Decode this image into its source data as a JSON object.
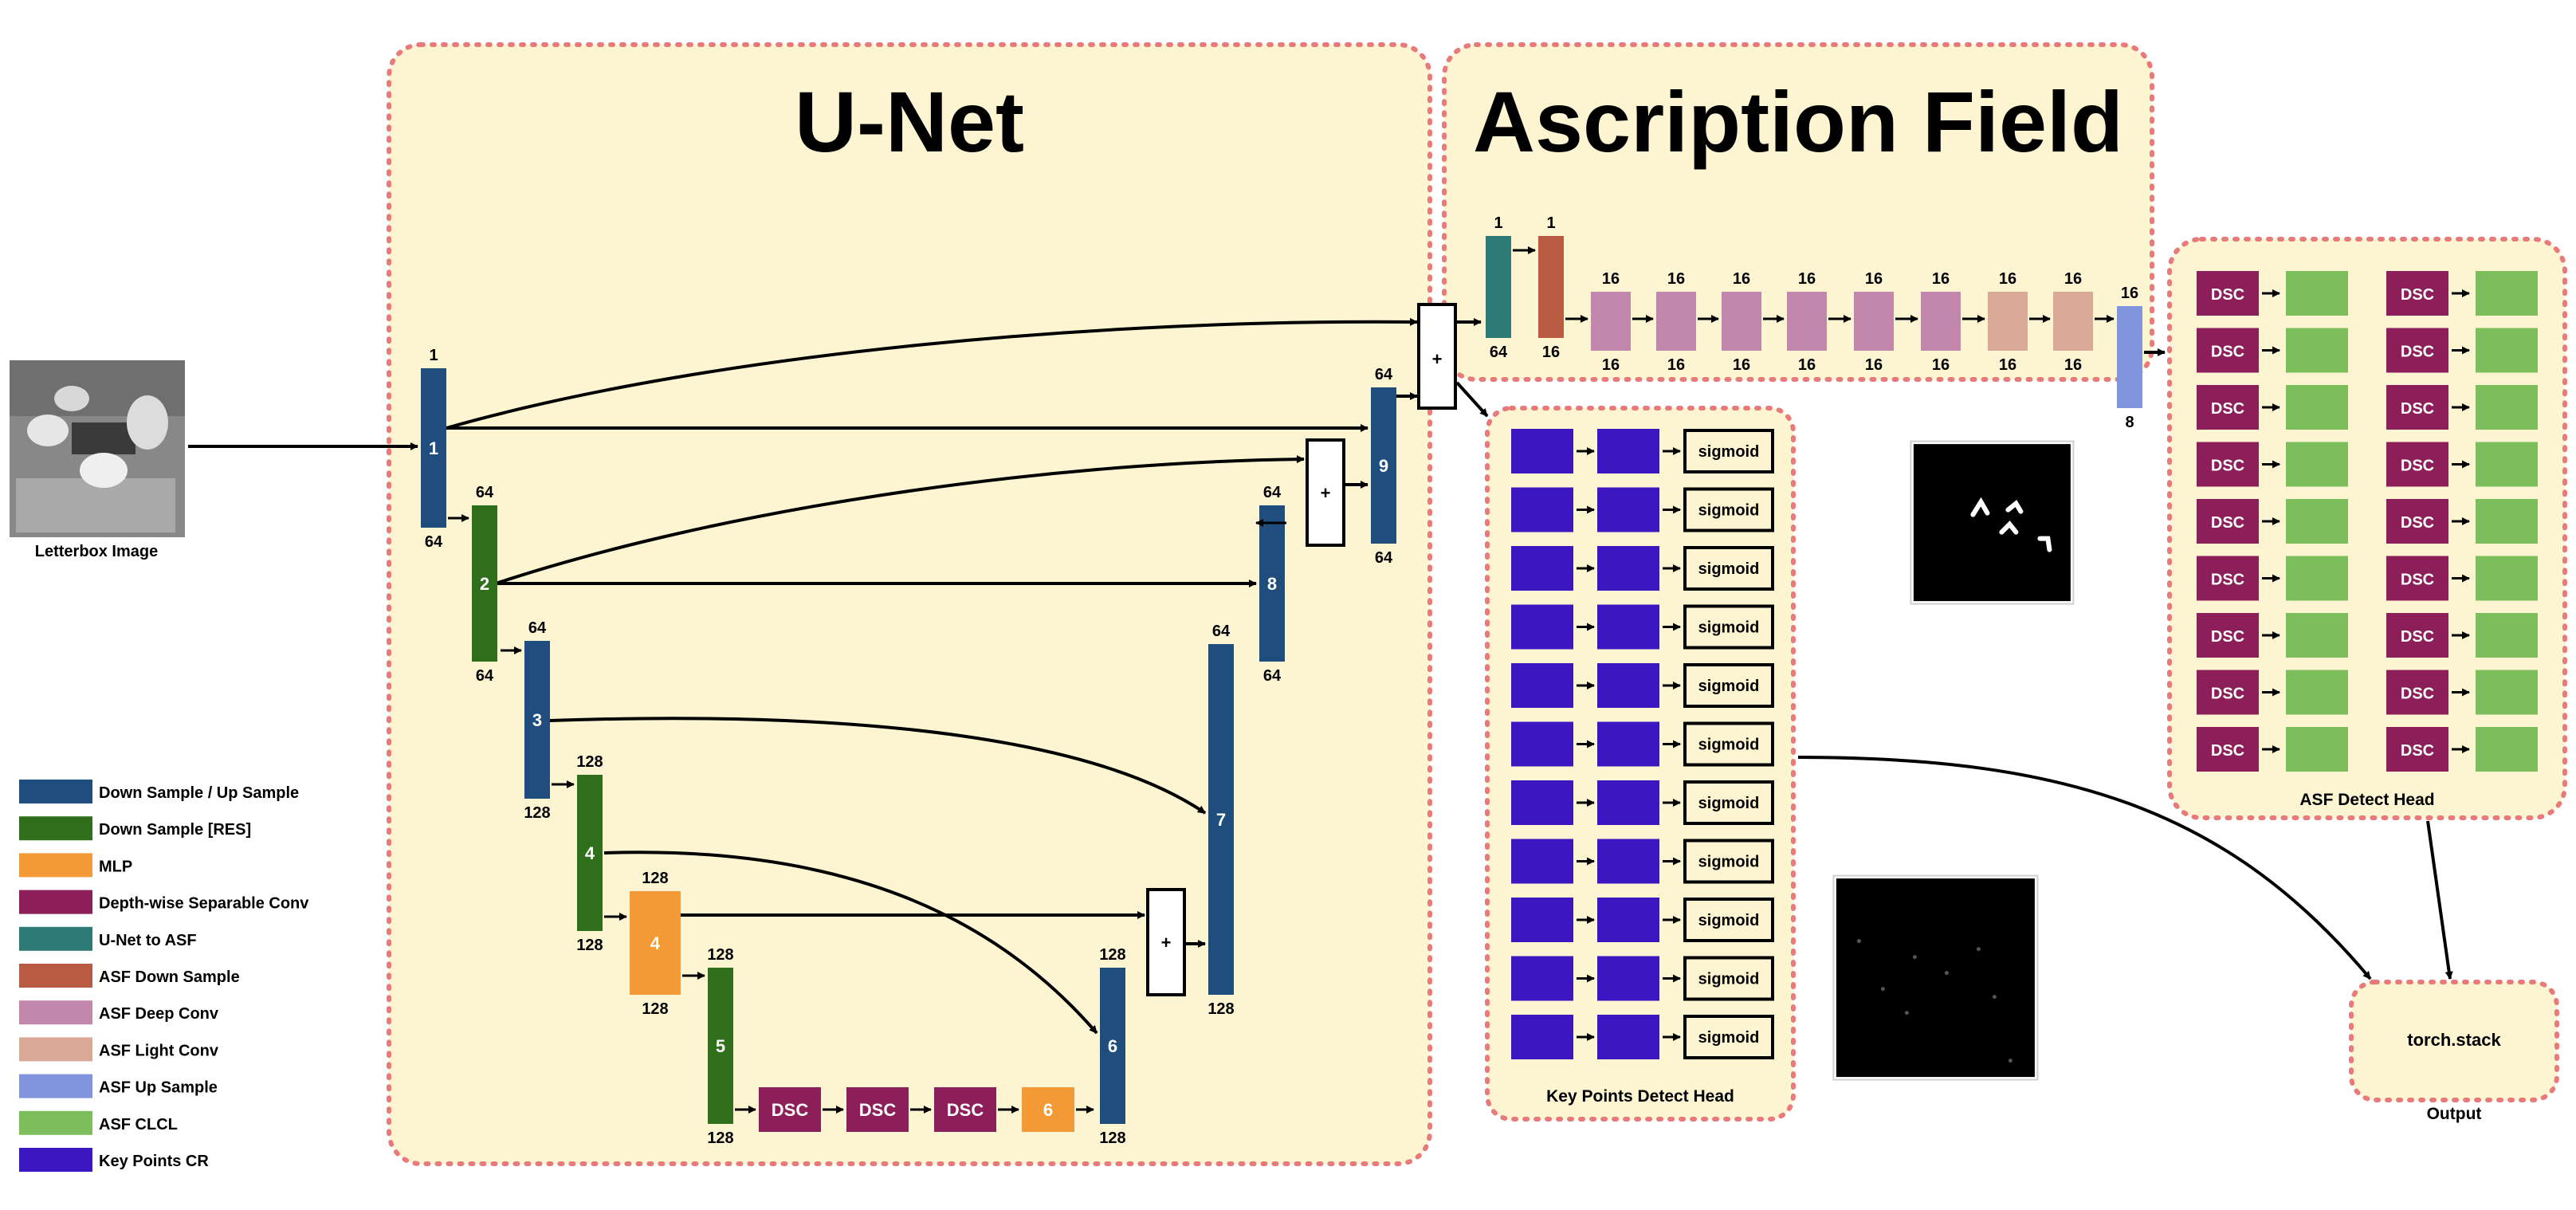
{
  "titles": {
    "unet": "U-Net",
    "asf": "Ascription Field"
  },
  "input": {
    "caption": "Letterbox Image"
  },
  "colors": {
    "down_up": "#1f4e7e",
    "down_res": "#2f6e1a",
    "mlp": "#f39a37",
    "dsc": "#8c1f5a",
    "unet_to_asf": "#2e7a76",
    "asf_down": "#b95a43",
    "asf_deep": "#c287ab",
    "asf_light": "#daa996",
    "asf_up": "#8293dd",
    "asf_clcl": "#7dbe5c",
    "kp_cr": "#3c16c0",
    "panel_fill": "#fdf4d2",
    "panel_border": "#e87a7a"
  },
  "legend": [
    {
      "label": "Down Sample / Up Sample",
      "color_key": "down_up"
    },
    {
      "label": "Down Sample [RES]",
      "color_key": "down_res"
    },
    {
      "label": "MLP",
      "color_key": "mlp"
    },
    {
      "label": "Depth-wise Separable Conv",
      "color_key": "dsc"
    },
    {
      "label": "U-Net to ASF",
      "color_key": "unet_to_asf"
    },
    {
      "label": "ASF Down Sample",
      "color_key": "asf_down"
    },
    {
      "label": "ASF Deep Conv",
      "color_key": "asf_deep"
    },
    {
      "label": "ASF Light Conv",
      "color_key": "asf_light"
    },
    {
      "label": "ASF Up Sample",
      "color_key": "asf_up"
    },
    {
      "label": "ASF CLCL",
      "color_key": "asf_clcl"
    },
    {
      "label": "Key Points CR",
      "color_key": "kp_cr"
    }
  ],
  "unet_blocks": [
    {
      "id": "1",
      "label": "1",
      "top": "1",
      "bottom": "64",
      "kind": "down_up"
    },
    {
      "id": "2",
      "label": "2",
      "top": "64",
      "bottom": "64",
      "kind": "down_res"
    },
    {
      "id": "3",
      "label": "3",
      "top": "64",
      "bottom": "128",
      "kind": "down_up"
    },
    {
      "id": "4a",
      "label": "4",
      "top": "128",
      "bottom": "128",
      "kind": "down_res"
    },
    {
      "id": "4b",
      "label": "4",
      "top": "128",
      "bottom": "128",
      "kind": "mlp"
    },
    {
      "id": "5",
      "label": "5",
      "top": "128",
      "bottom": "128",
      "kind": "down_res"
    },
    {
      "id": "6",
      "label": "6",
      "top": "128",
      "bottom": "128",
      "kind": "down_up"
    },
    {
      "id": "7",
      "label": "7",
      "top": "64",
      "bottom": "128",
      "kind": "down_up"
    },
    {
      "id": "8",
      "label": "8",
      "top": "64",
      "bottom": "64",
      "kind": "down_up"
    },
    {
      "id": "9",
      "label": "9",
      "top": "64",
      "bottom": "64",
      "kind": "down_up"
    }
  ],
  "bottleneck": [
    {
      "label": "DSC",
      "kind": "dsc"
    },
    {
      "label": "DSC",
      "kind": "dsc"
    },
    {
      "label": "DSC",
      "kind": "dsc"
    },
    {
      "label": "6",
      "kind": "mlp"
    }
  ],
  "plus_symbol": "+",
  "asf_chain": [
    {
      "top": "1",
      "bottom": "64",
      "kind": "unet_to_asf"
    },
    {
      "top": "1",
      "bottom": "16",
      "kind": "asf_down"
    },
    {
      "top": "16",
      "bottom": "16",
      "kind": "asf_deep"
    },
    {
      "top": "16",
      "bottom": "16",
      "kind": "asf_deep"
    },
    {
      "top": "16",
      "bottom": "16",
      "kind": "asf_deep"
    },
    {
      "top": "16",
      "bottom": "16",
      "kind": "asf_deep"
    },
    {
      "top": "16",
      "bottom": "16",
      "kind": "asf_deep"
    },
    {
      "top": "16",
      "bottom": "16",
      "kind": "asf_deep"
    },
    {
      "top": "16",
      "bottom": "16",
      "kind": "asf_light"
    },
    {
      "top": "16",
      "bottom": "16",
      "kind": "asf_light"
    },
    {
      "top": "16",
      "bottom": "8",
      "kind": "asf_up"
    }
  ],
  "kp_head": {
    "title": "Key Points Detect Head",
    "rows": 11,
    "sigmoid_label": "sigmoid"
  },
  "asf_head": {
    "title": "ASF Detect Head",
    "rows": 9,
    "dsc_label": "DSC"
  },
  "output": {
    "box_label": "torch.stack",
    "caption": "Output"
  }
}
